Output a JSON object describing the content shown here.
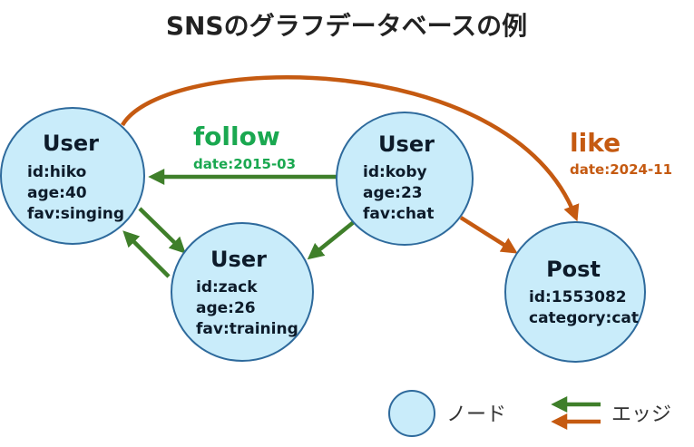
{
  "title": "SNSのグラフデータベースの例",
  "colors": {
    "follow": "#3f7f2a",
    "follow_label": "#1aa850",
    "like": "#c55a11",
    "node_fill": "#c9ecfa",
    "node_stroke": "#2e6a9c"
  },
  "nodes": {
    "hiko": {
      "type": "User",
      "attrs": [
        "id:hiko",
        "age:40",
        "fav:singing"
      ]
    },
    "zack": {
      "type": "User",
      "attrs": [
        "id:zack",
        "age:26",
        "fav:training"
      ]
    },
    "koby": {
      "type": "User",
      "attrs": [
        "id:koby",
        "age:23",
        "fav:chat"
      ]
    },
    "post": {
      "type": "Post",
      "attrs": [
        "id:1553082",
        "category:cat"
      ]
    }
  },
  "edges": {
    "follow": {
      "label": "follow",
      "prop": "date:2015-03"
    },
    "like": {
      "label": "like",
      "prop": "date:2024-11"
    }
  },
  "legend": {
    "node": "ノード",
    "edge": "エッジ"
  }
}
